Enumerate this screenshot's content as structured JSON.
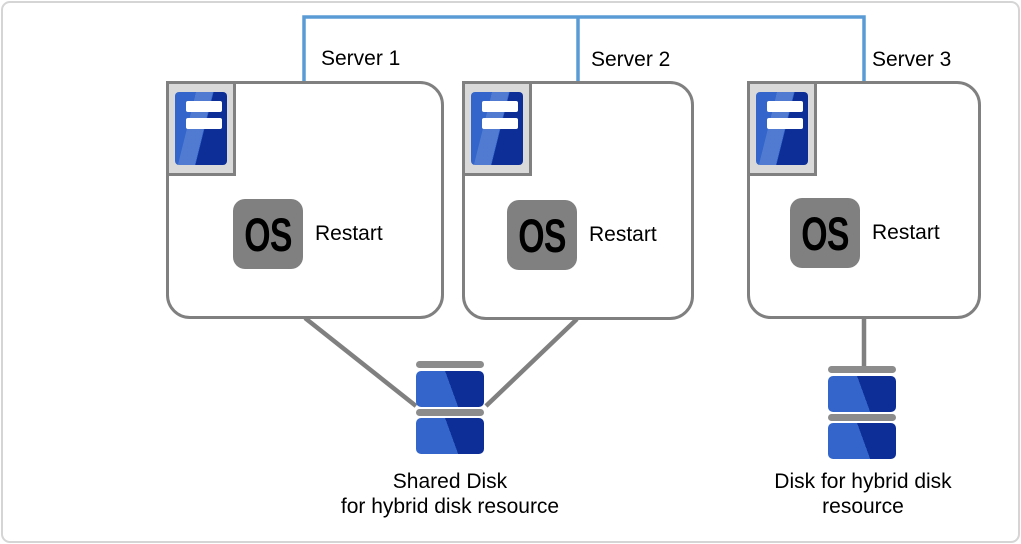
{
  "colors": {
    "connector_blue": "#5B9BD5",
    "line_gray": "#808080",
    "icon_frame_gray": "#D9D9D9",
    "tower_blue_light": "#3365CA",
    "tower_blue_dark": "#0C2E96",
    "badge_gray": "#808080",
    "disk_bar_gray": "#8C8C8C"
  },
  "servers": [
    {
      "name": "Server 1",
      "os_label": "OS",
      "action_label": "Restart"
    },
    {
      "name": "Server 2",
      "os_label": "OS",
      "action_label": "Restart"
    },
    {
      "name": "Server 3",
      "os_label": "OS",
      "action_label": "Restart"
    }
  ],
  "shared_disk": {
    "caption_line1": "Shared Disk",
    "caption_line2": "for hybrid disk resource"
  },
  "hybrid_disk": {
    "caption_line1": "Disk for hybrid disk",
    "caption_line2": "resource"
  }
}
